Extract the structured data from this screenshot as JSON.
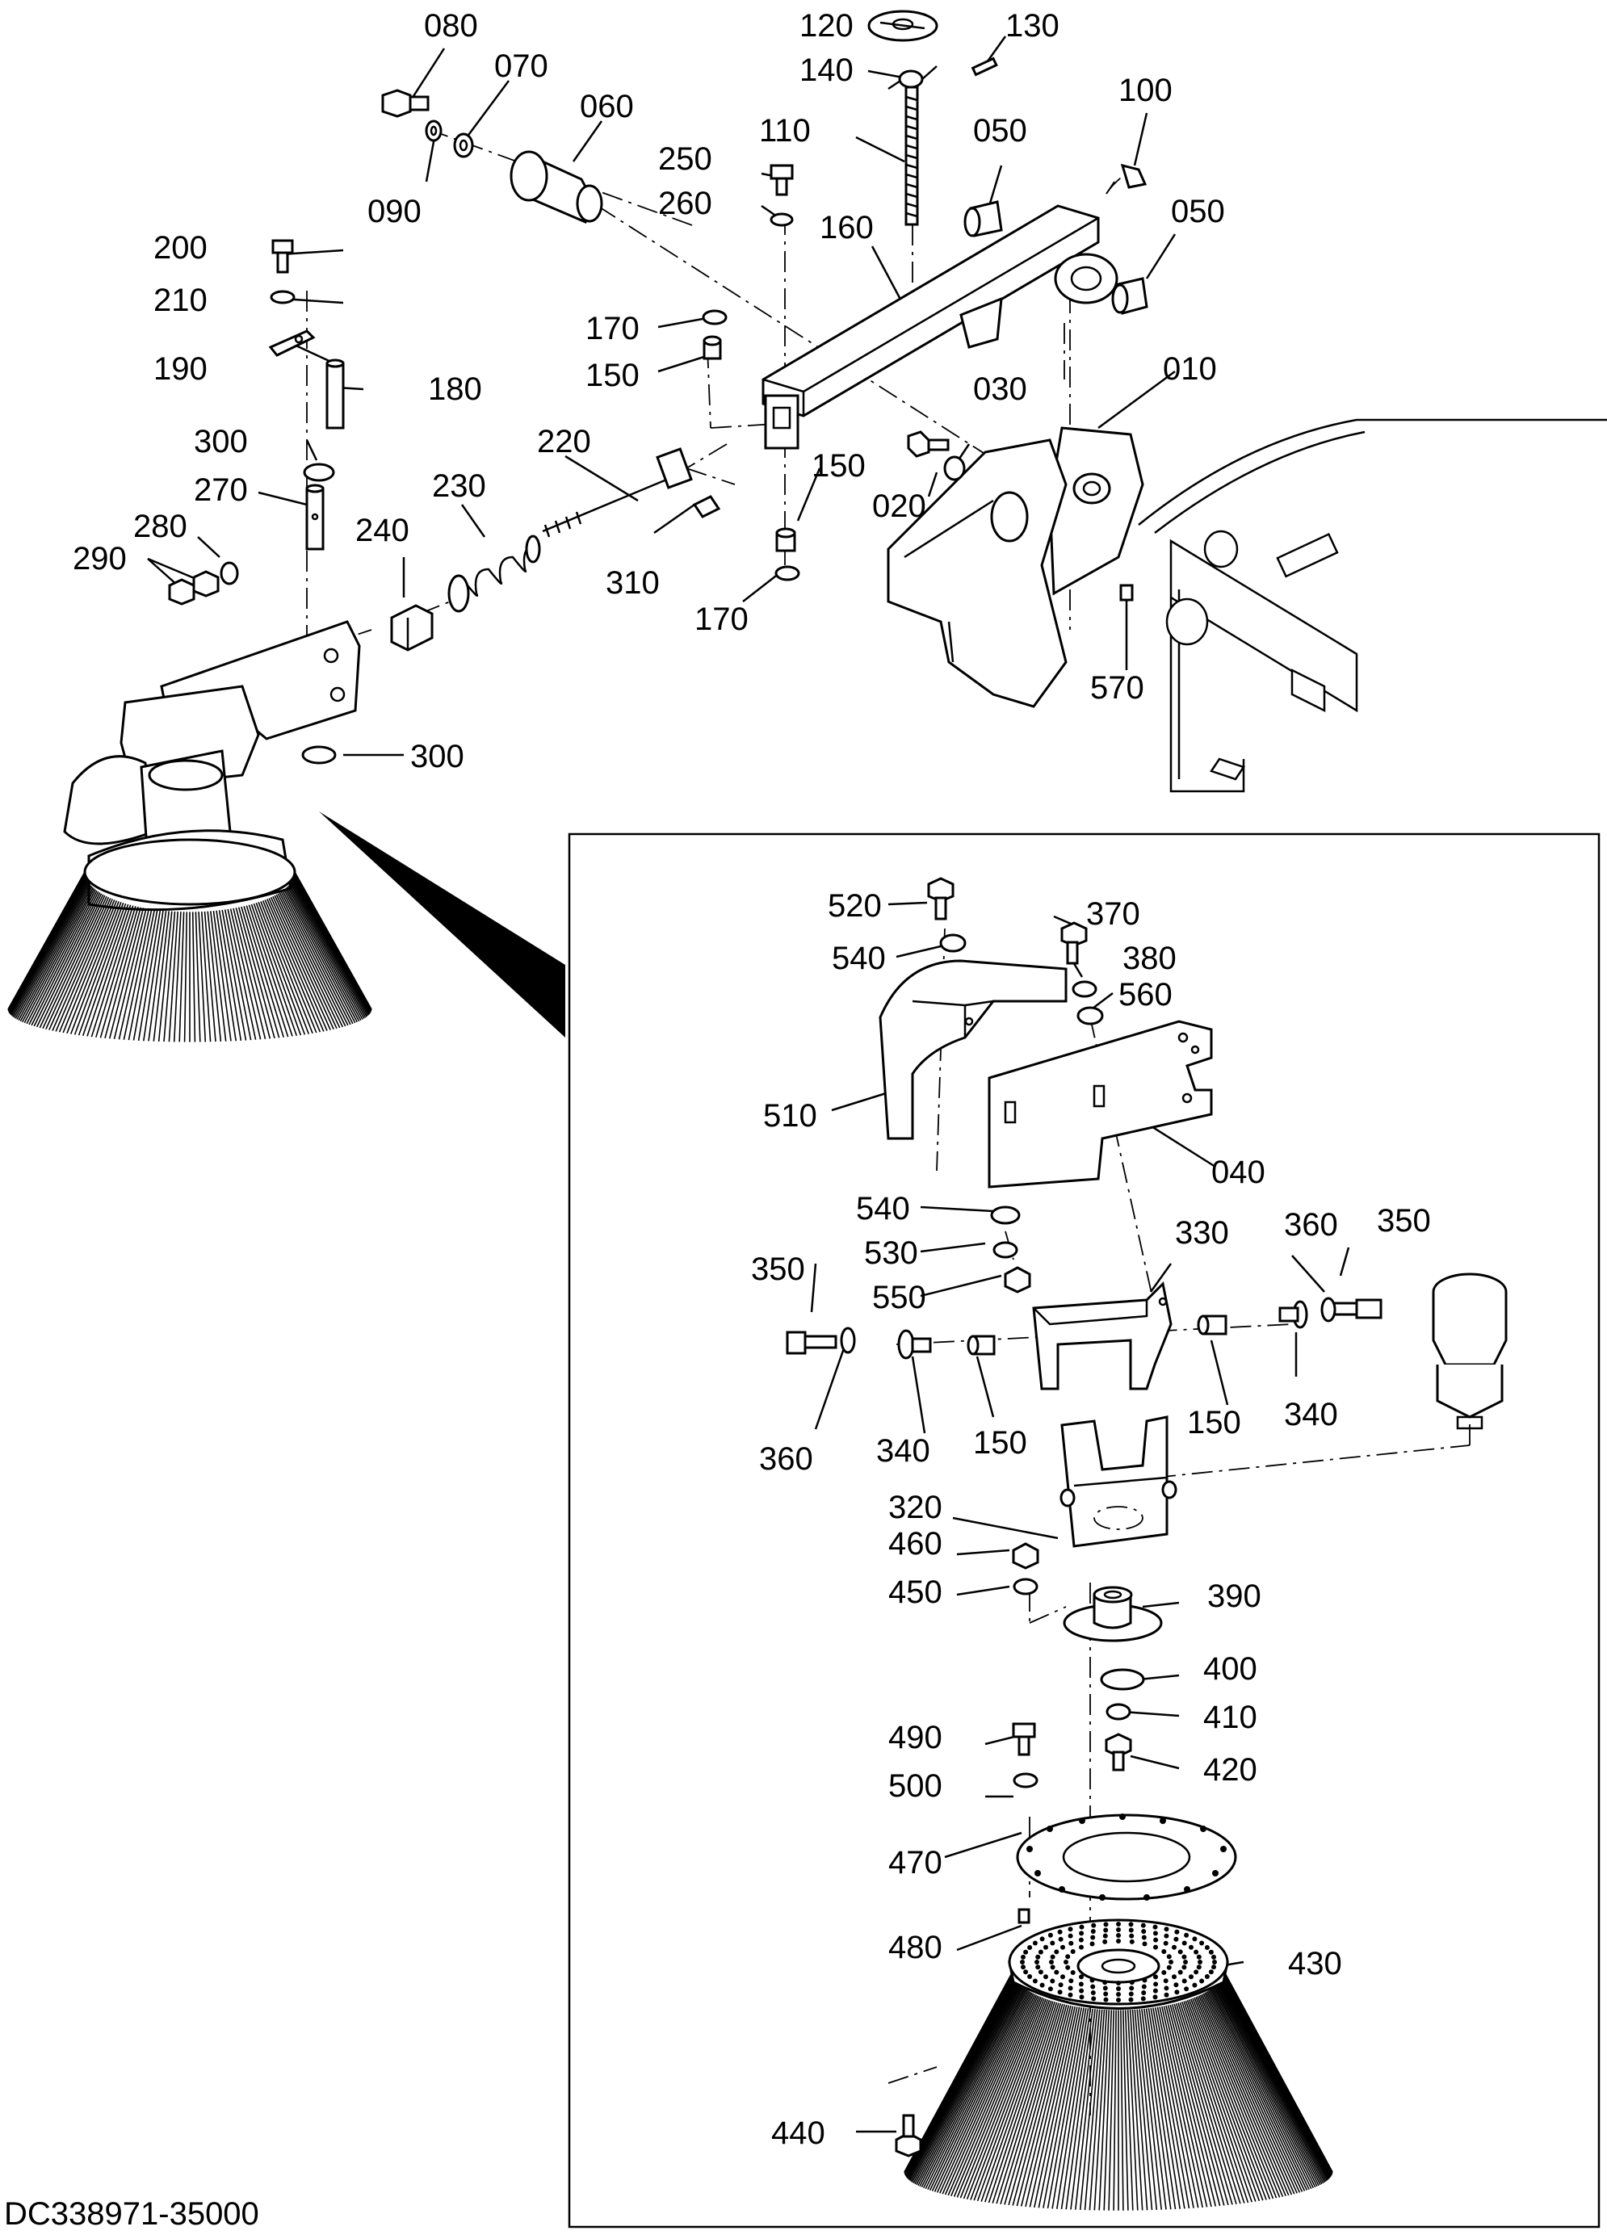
{
  "drawing_id": "DC338971-35000",
  "main_labels": [
    {
      "id": "lbl-080",
      "text": "080"
    },
    {
      "id": "lbl-070",
      "text": "070"
    },
    {
      "id": "lbl-060",
      "text": "060"
    },
    {
      "id": "lbl-090",
      "text": "090"
    },
    {
      "id": "lbl-120",
      "text": "120"
    },
    {
      "id": "lbl-130",
      "text": "130"
    },
    {
      "id": "lbl-140",
      "text": "140"
    },
    {
      "id": "lbl-110",
      "text": "110"
    },
    {
      "id": "lbl-100",
      "text": "100"
    },
    {
      "id": "lbl-050a",
      "text": "050"
    },
    {
      "id": "lbl-050b",
      "text": "050"
    },
    {
      "id": "lbl-250",
      "text": "250"
    },
    {
      "id": "lbl-260",
      "text": "260"
    },
    {
      "id": "lbl-160",
      "text": "160"
    },
    {
      "id": "lbl-200",
      "text": "200"
    },
    {
      "id": "lbl-210",
      "text": "210"
    },
    {
      "id": "lbl-190",
      "text": "190"
    },
    {
      "id": "lbl-180",
      "text": "180"
    },
    {
      "id": "lbl-170a",
      "text": "170"
    },
    {
      "id": "lbl-150a",
      "text": "150"
    },
    {
      "id": "lbl-010",
      "text": "010"
    },
    {
      "id": "lbl-030",
      "text": "030"
    },
    {
      "id": "lbl-220",
      "text": "220"
    },
    {
      "id": "lbl-300a",
      "text": "300"
    },
    {
      "id": "lbl-270",
      "text": "270"
    },
    {
      "id": "lbl-230",
      "text": "230"
    },
    {
      "id": "lbl-280",
      "text": "280"
    },
    {
      "id": "lbl-240",
      "text": "240"
    },
    {
      "id": "lbl-290",
      "text": "290"
    },
    {
      "id": "lbl-150b",
      "text": "150"
    },
    {
      "id": "lbl-020",
      "text": "020"
    },
    {
      "id": "lbl-310",
      "text": "310"
    },
    {
      "id": "lbl-170b",
      "text": "170"
    },
    {
      "id": "lbl-570",
      "text": "570"
    },
    {
      "id": "lbl-300b",
      "text": "300"
    }
  ],
  "detail_labels": [
    {
      "id": "lbl-520",
      "text": "520"
    },
    {
      "id": "lbl-370",
      "text": "370"
    },
    {
      "id": "lbl-540a",
      "text": "540"
    },
    {
      "id": "lbl-380",
      "text": "380"
    },
    {
      "id": "lbl-560",
      "text": "560"
    },
    {
      "id": "lbl-510",
      "text": "510"
    },
    {
      "id": "lbl-040",
      "text": "040"
    },
    {
      "id": "lbl-540b",
      "text": "540"
    },
    {
      "id": "lbl-330",
      "text": "330"
    },
    {
      "id": "lbl-360a",
      "text": "360"
    },
    {
      "id": "lbl-350a",
      "text": "350"
    },
    {
      "id": "lbl-530",
      "text": "530"
    },
    {
      "id": "lbl-350b",
      "text": "350"
    },
    {
      "id": "lbl-550",
      "text": "550"
    },
    {
      "id": "lbl-150c",
      "text": "150"
    },
    {
      "id": "lbl-340a",
      "text": "340"
    },
    {
      "id": "lbl-360b",
      "text": "360"
    },
    {
      "id": "lbl-340b",
      "text": "340"
    },
    {
      "id": "lbl-150d",
      "text": "150"
    },
    {
      "id": "lbl-320",
      "text": "320"
    },
    {
      "id": "lbl-460",
      "text": "460"
    },
    {
      "id": "lbl-390",
      "text": "390"
    },
    {
      "id": "lbl-450",
      "text": "450"
    },
    {
      "id": "lbl-400",
      "text": "400"
    },
    {
      "id": "lbl-410",
      "text": "410"
    },
    {
      "id": "lbl-490",
      "text": "490"
    },
    {
      "id": "lbl-420",
      "text": "420"
    },
    {
      "id": "lbl-500",
      "text": "500"
    },
    {
      "id": "lbl-470",
      "text": "470"
    },
    {
      "id": "lbl-480",
      "text": "480"
    },
    {
      "id": "lbl-430",
      "text": "430"
    },
    {
      "id": "lbl-440",
      "text": "440"
    }
  ]
}
